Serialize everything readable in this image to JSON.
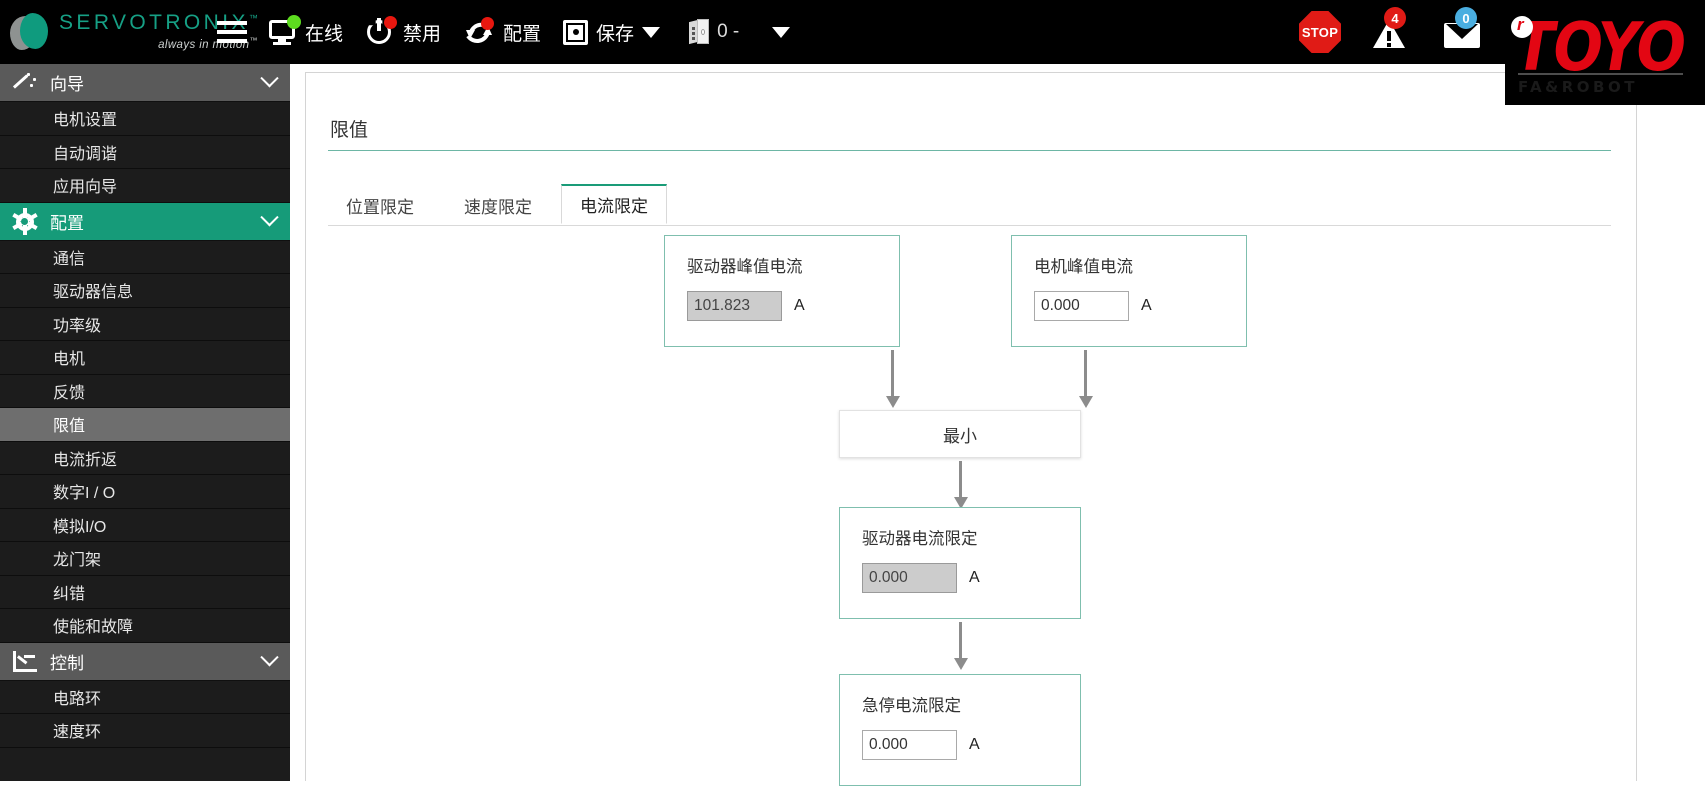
{
  "brand": {
    "name": "SERVOTRONIX",
    "tm": "™",
    "tagline": "always in motion",
    "tagline_tm": "™"
  },
  "topbar": {
    "online_label": "在线",
    "disable_label": "禁用",
    "config_label": "配置",
    "save_label": "保存",
    "axis_value": "0 -",
    "icons": {
      "hamburger": "hamburger-icon",
      "monitor": "monitor-online-icon",
      "power": "power-disable-icon",
      "refresh": "config-refresh-icon",
      "save": "save-icon",
      "axis": "axis-selector-icon",
      "stop": "emergency-stop-icon",
      "warning": "warning-icon",
      "mail": "mail-icon"
    },
    "stop_label": "STOP",
    "warning_count": "4",
    "mail_count": "0",
    "colors": {
      "accent_teal": "#169b79",
      "alert_red": "#e01b16",
      "info_blue": "#4aaee0",
      "online_green": "#5ddc1f",
      "toyo_red": "#e30613"
    }
  },
  "logo_toyo": {
    "name": "TOYO",
    "sub": "FA&ROBOT",
    "mark": "r"
  },
  "sidebar": {
    "groups": [
      {
        "label": "向导",
        "icon": "wand-icon",
        "state": "gray",
        "items": [
          {
            "label": "电机设置",
            "selected": false
          },
          {
            "label": "自动调谐",
            "selected": false
          },
          {
            "label": "应用向导",
            "selected": false
          }
        ]
      },
      {
        "label": "配置",
        "icon": "gear-icon",
        "state": "teal",
        "items": [
          {
            "label": "通信",
            "selected": false
          },
          {
            "label": "驱动器信息",
            "selected": false
          },
          {
            "label": "功率级",
            "selected": false
          },
          {
            "label": "电机",
            "selected": false
          },
          {
            "label": "反馈",
            "selected": false
          },
          {
            "label": "限值",
            "selected": true
          },
          {
            "label": "电流折返",
            "selected": false
          },
          {
            "label": "数字I / O",
            "selected": false
          },
          {
            "label": "模拟I/O",
            "selected": false
          },
          {
            "label": "龙门架",
            "selected": false
          },
          {
            "label": "纠错",
            "selected": false
          },
          {
            "label": "使能和故障",
            "selected": false
          }
        ]
      },
      {
        "label": "控制",
        "icon": "control-chart-icon",
        "state": "gray",
        "items": [
          {
            "label": "电路环",
            "selected": false
          },
          {
            "label": "速度环",
            "selected": false
          }
        ]
      }
    ]
  },
  "main": {
    "page_title": "限值",
    "tabs": [
      {
        "label": "位置限定",
        "active": false
      },
      {
        "label": "速度限定",
        "active": false
      },
      {
        "label": "电流限定",
        "active": true
      }
    ],
    "flow": {
      "drive_peak": {
        "label": "驱动器峰值电流",
        "value": "101.823",
        "unit": "A",
        "disabled": true
      },
      "motor_peak": {
        "label": "电机峰值电流",
        "value": "0.000",
        "unit": "A",
        "disabled": false
      },
      "min_node": {
        "label": "最小"
      },
      "drive_limit": {
        "label": "驱动器电流限定",
        "value": "0.000",
        "unit": "A",
        "disabled": true
      },
      "estop_limit": {
        "label": "急停电流限定",
        "value": "0.000",
        "unit": "A",
        "disabled": false,
        "focused": true
      }
    }
  }
}
